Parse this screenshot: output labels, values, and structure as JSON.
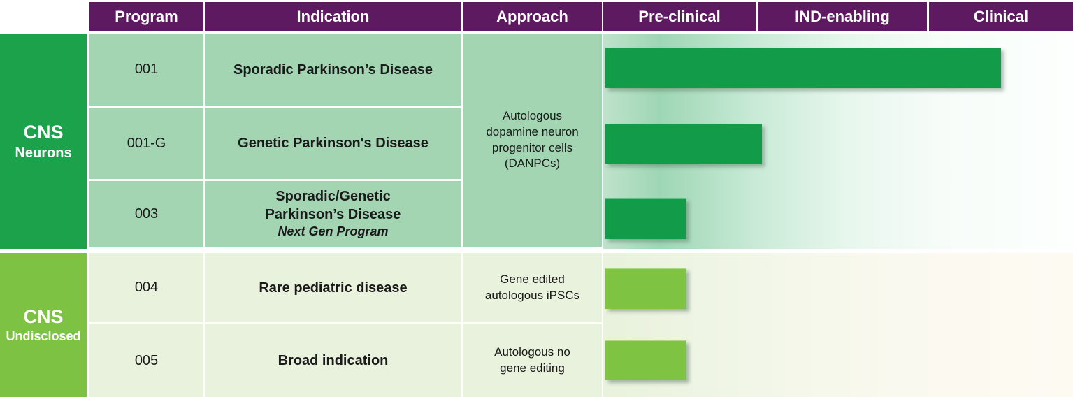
{
  "table": {
    "header": {
      "program": "Program",
      "indication": "Indication",
      "approach": "Approach",
      "stages": [
        "Pre-clinical",
        "IND-enabling",
        "Clinical"
      ]
    },
    "groups": [
      {
        "area": "CNS",
        "subarea": "Neurons",
        "approach": "Autologous dopamine neuron progenitor cells (DANPCs)",
        "programs": [
          {
            "id": "001",
            "indication": "Sporadic Parkinson’s Disease"
          },
          {
            "id": "001-G",
            "indication": "Genetic Parkinson's Disease"
          },
          {
            "id": "003",
            "indication": "Sporadic/Genetic Parkinson’s Disease",
            "note": "Next Gen Program"
          }
        ]
      },
      {
        "area": "CNS",
        "subarea": "Undisclosed",
        "programs": [
          {
            "id": "004",
            "indication": "Rare pediatric disease",
            "approach": "Gene edited autologous iPSCs"
          },
          {
            "id": "005",
            "indication": "Broad indication",
            "approach": "Autologous no gene editing"
          }
        ]
      }
    ]
  },
  "chart_data": {
    "type": "bar",
    "orientation": "horizontal",
    "title": "",
    "stage_columns": [
      "Pre-clinical",
      "IND-enabling",
      "Clinical"
    ],
    "categories": [
      "001",
      "001-G",
      "003",
      "004",
      "005"
    ],
    "values_stage_units": [
      2.5,
      1.05,
      0.55,
      0.55,
      0.55
    ],
    "stage_axis_note": "1 unit = one full stage column; range 0–3",
    "bars": [
      {
        "program": "001",
        "stage_reached": "Clinical (early)",
        "width_pct": 84.2,
        "color": "#129B49"
      },
      {
        "program": "001-G",
        "stage_reached": "IND-enabling (start)",
        "width_pct": 33.3,
        "color": "#129B49"
      },
      {
        "program": "003",
        "stage_reached": "Pre-clinical (mid)",
        "width_pct": 17.3,
        "color": "#129B49"
      },
      {
        "program": "004",
        "stage_reached": "Pre-clinical (mid)",
        "width_pct": 17.3,
        "color": "#7EC342"
      },
      {
        "program": "005",
        "stage_reached": "Pre-clinical (mid)",
        "width_pct": 17.3,
        "color": "#7EC342"
      }
    ]
  },
  "colors": {
    "header_bg": "#5E1A60",
    "group_cns_neurons_bg": "#1BA24A",
    "group_cns_undisclosed_bg": "#7DC242",
    "cell_green_bg": "#A3D5B3",
    "cell_light_bg": "#E8F2DD",
    "bar_dark_green": "#129B49",
    "bar_light_green": "#7EC342"
  }
}
